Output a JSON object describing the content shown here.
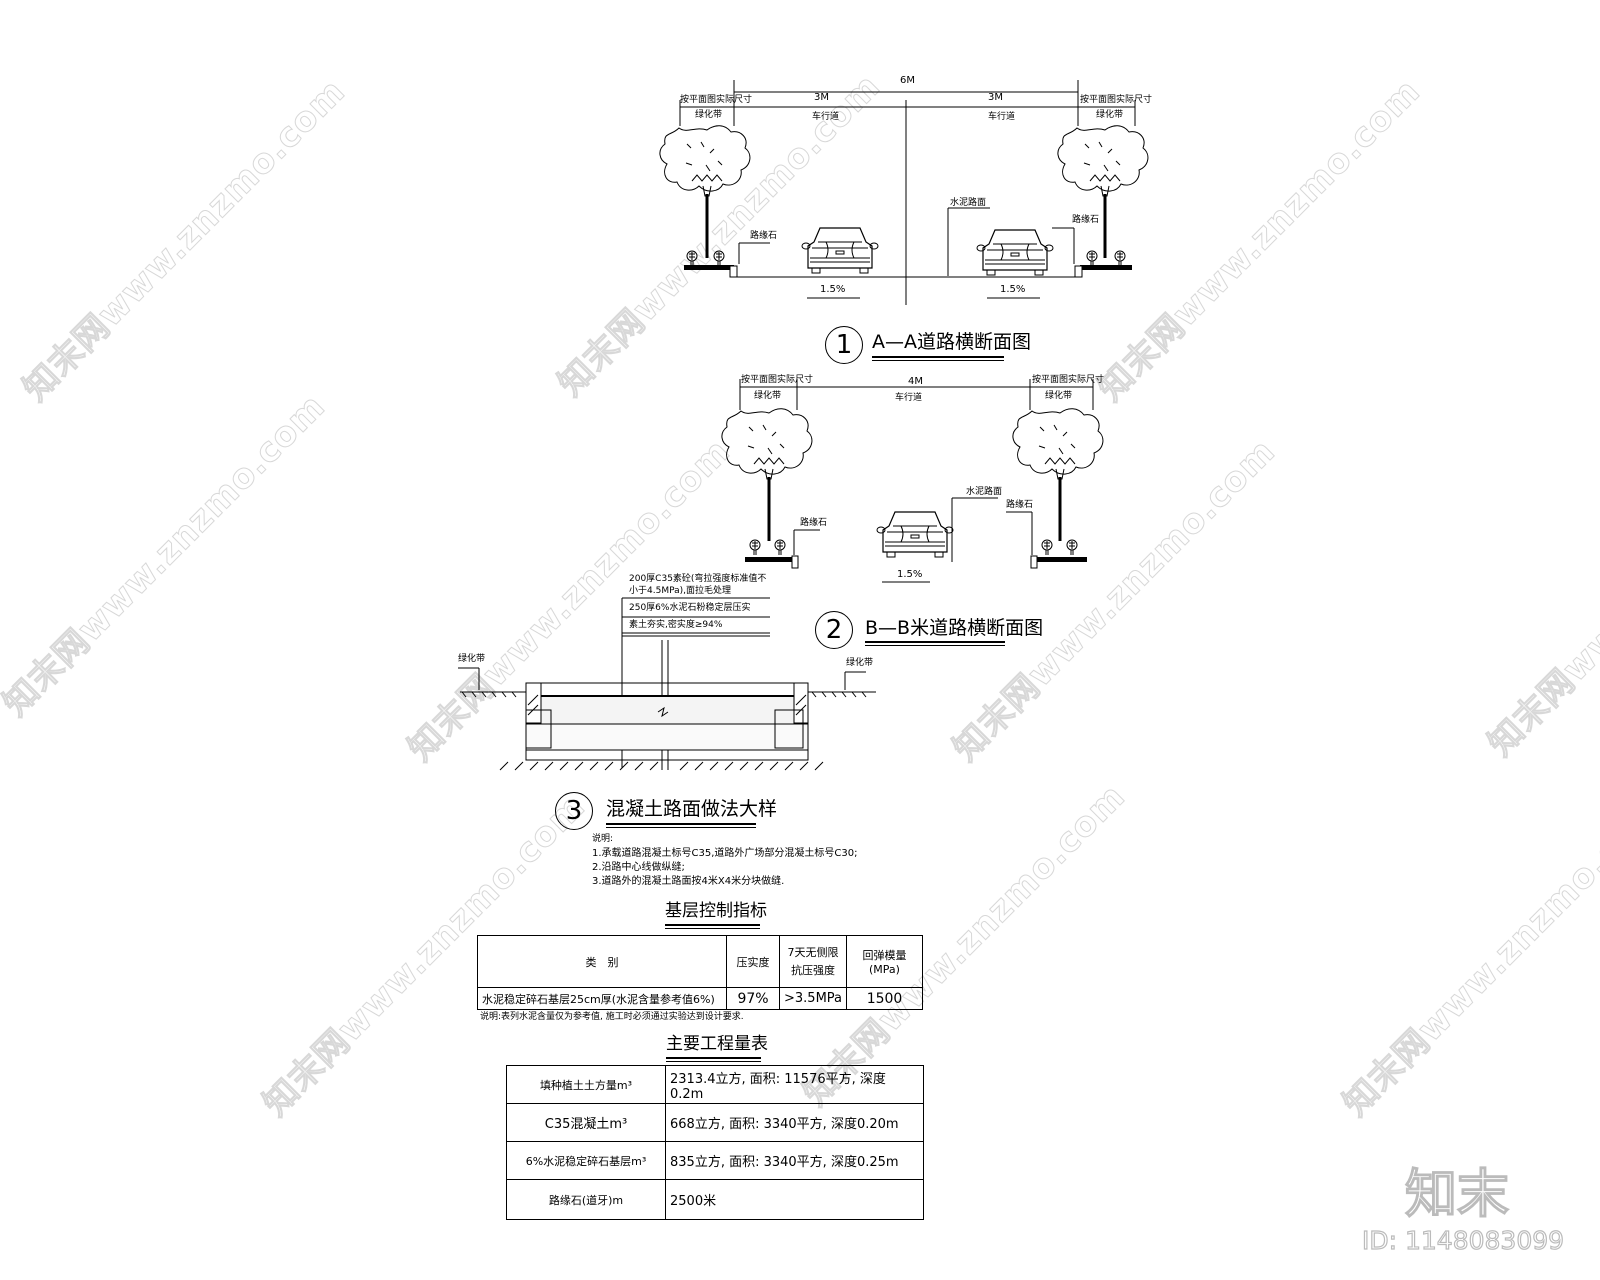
{
  "watermark": {
    "text": "知末网www.znzmo.com"
  },
  "logo": {
    "brand": "知末",
    "id_label": "ID: 1148083099"
  },
  "section_aa": {
    "title": "A—A道路横断面图",
    "number": "1",
    "total_width": "6M",
    "lane_widths": [
      "3M",
      "3M"
    ],
    "side_dim_label": "按平面图实际尺寸",
    "green_belt": "绿化带",
    "carriageway": "车行道",
    "curb": "路缘石",
    "surface": "水泥路面",
    "slopes": [
      "1.5%",
      "1.5%"
    ]
  },
  "section_bb": {
    "title": "B—B米道路横断面图",
    "number": "2",
    "total_width": "4M",
    "side_dim_label": "按平面图实际尺寸",
    "green_belt": "绿化带",
    "carriageway": "车行道",
    "curb": "路缘石",
    "surface": "水泥路面",
    "slope": "1.5%"
  },
  "pavement_detail": {
    "number": "3",
    "title": "混凝土路面做法大样",
    "layers": [
      "200厚C35素砼(弯拉强度标准值不小于4.5MPa),面拉毛处理",
      "250厚6%水泥石粉稳定层压实",
      "素土夯实,密实度≥94%"
    ],
    "layer_line1a": "200厚C35素砼(弯拉强度标准值不",
    "layer_line1b": "小于4.5MPa),面拉毛处理",
    "green_belt_left": "绿化带",
    "green_belt_right": "绿化带",
    "notes_title": "说明:",
    "notes": [
      "1.承载道路混凝土标号C35,道路外广场部分混凝土标号C30;",
      "2.沿路中心线做纵缝;",
      "3.道路外的混凝土路面按4米X4米分块做缝."
    ]
  },
  "base_control_table": {
    "title": "基层控制指标",
    "headers": [
      "类　别",
      "压实度",
      "7天无侧限抗压强度",
      "回弹模量(MPa)"
    ],
    "header_7day_a": "7天无侧限",
    "header_7day_b": "抗压强度",
    "rows": [
      [
        "水泥稳定碎石基层25cm厚(水泥含量参考值6%)",
        "97%",
        ">3.5MPa",
        "1500"
      ]
    ],
    "note": "说明:表列水泥含量仅为参考值, 施工时必须通过实验达到设计要求."
  },
  "quantity_table": {
    "title": "主要工程量表",
    "rows": [
      [
        "填种植土土方量m³",
        "2313.4立方, 面积: 11576平方, 深度0.2m"
      ],
      [
        "C35混凝土m³",
        "668立方, 面积: 3340平方, 深度0.20m"
      ],
      [
        "6%水泥稳定碎石基层m³",
        "835立方, 面积: 3340平方, 深度0.25m"
      ],
      [
        "路缘石(道牙)m",
        "2500米"
      ]
    ]
  }
}
